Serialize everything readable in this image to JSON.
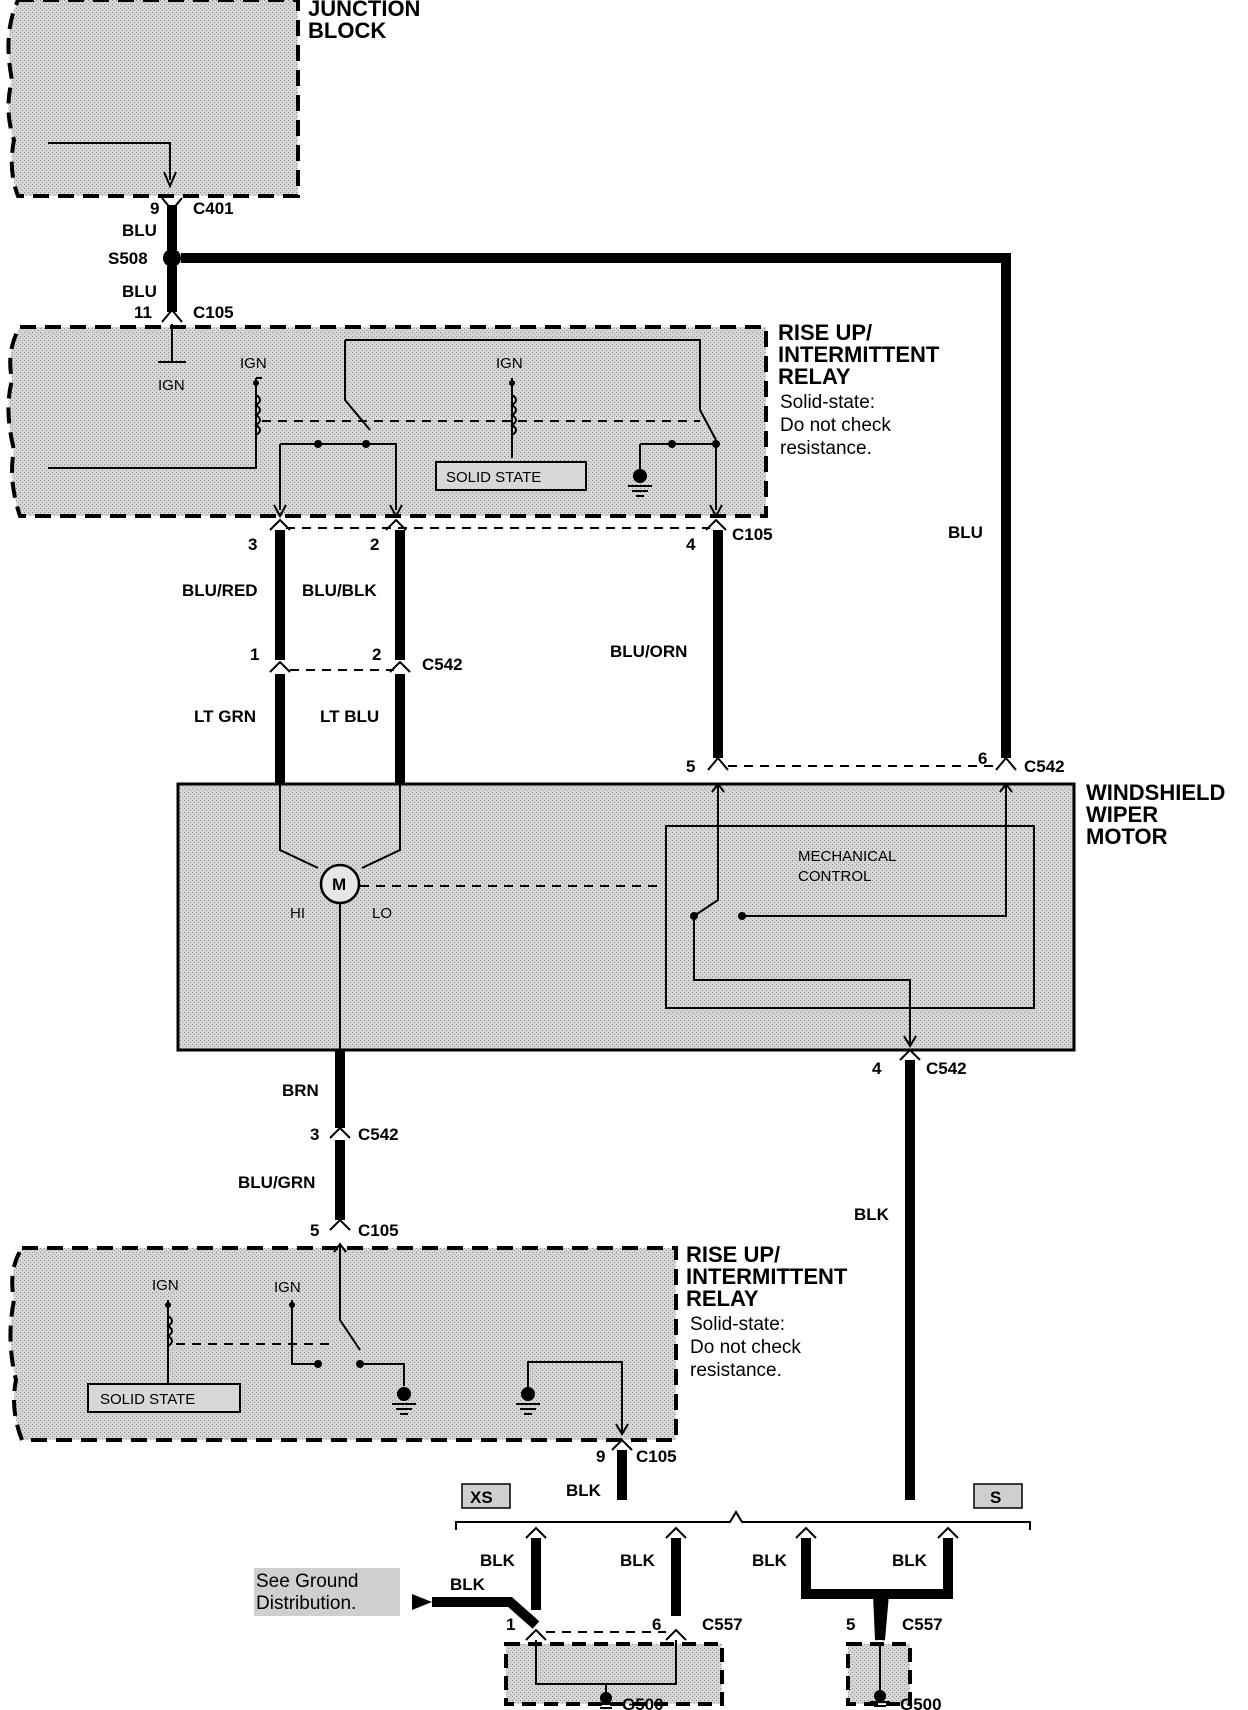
{
  "junction_block": {
    "line1": "JUNCTION",
    "line2": "BLOCK"
  },
  "upper_relay": {
    "title1": "RISE UP/",
    "title2": "INTERMITTENT",
    "title3": "RELAY",
    "note1": "Solid-state:",
    "note2": "Do not check",
    "note3": "resistance.",
    "ign1": "IGN",
    "ign2": "IGN",
    "ign3": "IGN",
    "solid_state": "SOLID STATE"
  },
  "lower_relay": {
    "title1": "RISE UP/",
    "title2": "INTERMITTENT",
    "title3": "RELAY",
    "note1": "Solid-state:",
    "note2": "Do not check",
    "note3": "resistance.",
    "ign1": "IGN",
    "ign2": "IGN",
    "solid_state": "SOLID STATE"
  },
  "motor": {
    "title1": "WINDSHIELD",
    "title2": "WIPER",
    "title3": "MOTOR",
    "m": "M",
    "hi": "HI",
    "lo": "LO",
    "mech1": "MECHANICAL",
    "mech2": "CONTROL"
  },
  "connectors": {
    "c401": "C401",
    "c105": "C105",
    "c542": "C542",
    "c557": "C557",
    "g500": "G500",
    "s508": "S508"
  },
  "pins": {
    "p9a": "9",
    "p11": "11",
    "p3a": "3",
    "p2a": "2",
    "p4a": "4",
    "p1a": "1",
    "p2b": "2",
    "p5a": "5",
    "p6a": "6",
    "p4b": "4",
    "p3b": "3",
    "p5b": "5",
    "p9b": "9",
    "p1c": "1",
    "p6c": "6",
    "p5c": "5"
  },
  "wires": {
    "blu1": "BLU",
    "blu2": "BLU",
    "blu3": "BLU",
    "blu_red": "BLU/RED",
    "blu_blk": "BLU/BLK",
    "blu_orn": "BLU/ORN",
    "lt_grn": "LT GRN",
    "lt_blu": "LT BLU",
    "brn": "BRN",
    "blu_grn": "BLU/GRN",
    "blk1": "BLK",
    "blk2": "BLK",
    "blk3": "BLK",
    "blk4": "BLK",
    "blk5": "BLK",
    "blk6": "BLK",
    "blk7": "BLK"
  },
  "options": {
    "xs": "XS",
    "s": "S"
  },
  "ground_ref": {
    "line1": "See Ground",
    "line2": "Distribution."
  }
}
